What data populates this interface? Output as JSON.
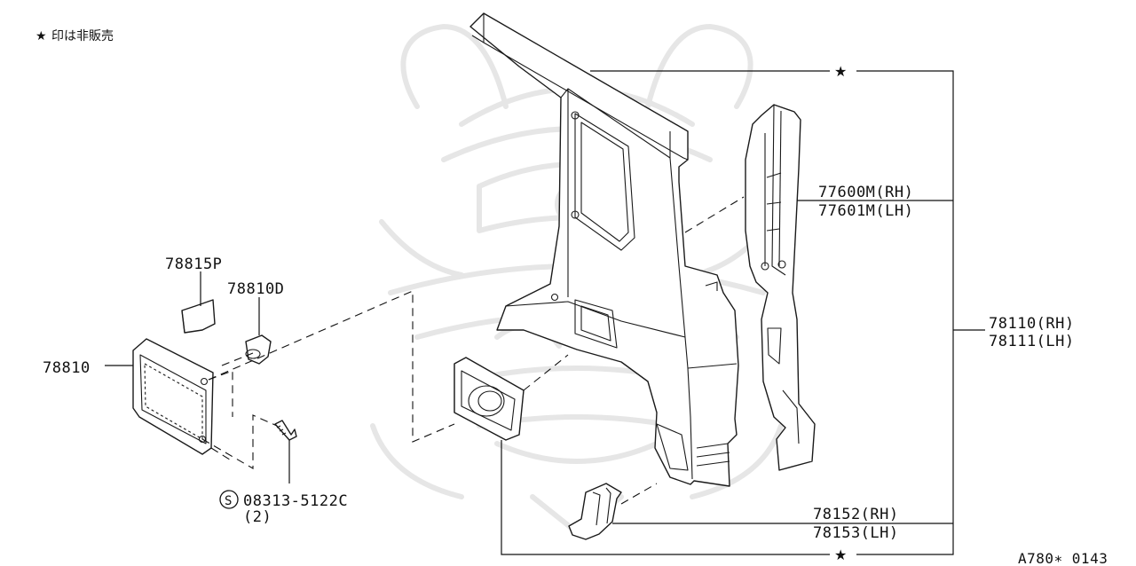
{
  "legend": {
    "star": "★",
    "note": "印は非販売"
  },
  "callouts": {
    "part_78815P": "78815P",
    "part_78810D": "78810D",
    "part_78810": "78810",
    "screw_code": "08313-5122C",
    "screw_qty": "(2)",
    "screw_symbol": "S",
    "part_77600M": "77600M(RH)",
    "part_77601M": "77601M(LH)",
    "part_78110": "78110(RH)",
    "part_78111": "78111(LH)",
    "part_78152": "78152(RH)",
    "part_78153": "78153(LH)",
    "star_top": "★",
    "star_bottom": "★"
  },
  "diagram_ref": "A780∗ 0143",
  "watermark": "samurai-helmet-watermark",
  "colors": {
    "ink": "#111111",
    "background": "#ffffff",
    "watermark": "#e6e6e6"
  }
}
